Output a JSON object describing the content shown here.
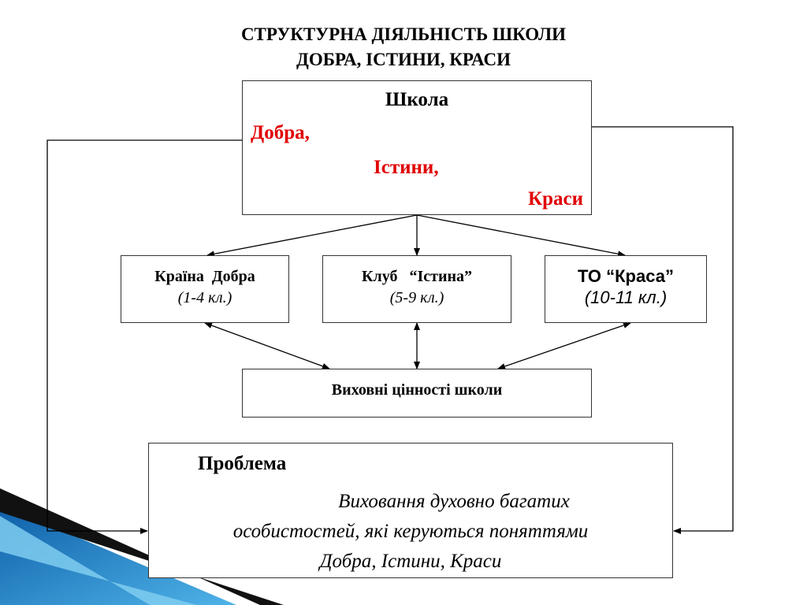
{
  "title": {
    "line1": "СТРУКТУРНА ДІЯЛЬНІСТЬ ШКОЛИ",
    "line2": "ДОБРА, ІСТИНИ, КРАСИ"
  },
  "school": {
    "head": "Школа",
    "word1": "Добра,",
    "word2": "Істини,",
    "word3": "Краси"
  },
  "branches": [
    {
      "name": "Країна  Добра",
      "grades": "(1-4 кл.)"
    },
    {
      "name": "Клуб   “Істина”",
      "grades": "(5-9 кл.)"
    },
    {
      "name": "ТО “Краса”",
      "grades": "(10-11 кл.)"
    }
  ],
  "values_box": "Виховні цінності школи",
  "problem": {
    "heading": "Проблема",
    "line1": "Виховання духовно багатих",
    "line2": "особистостей, які керуються поняттями",
    "line3": "Добра, Істини, Краси"
  },
  "colors": {
    "accent_red": "#e00000",
    "decor_blue": "#1e88c8"
  }
}
